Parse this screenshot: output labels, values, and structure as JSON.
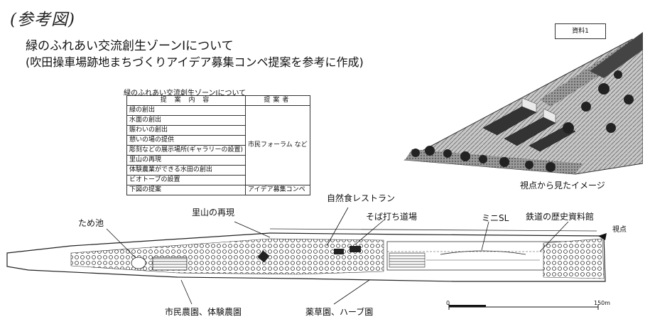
{
  "header": {
    "ref_label": "(参考図)",
    "title": "緑のふれあい交流創生ゾーンⅠについて",
    "subtitle": "(吹田操車場跡地まちづくりアイデア募集コンペ提案を参考に作成)",
    "doc_badge": "資料1"
  },
  "table": {
    "caption": "緑のふれあい交流創生ゾーンⅠについて",
    "col_content": "提 案 内 容",
    "col_proposer": "提案者",
    "rows": [
      "緑の創出",
      "水面の創出",
      "賑わいの創出",
      "憩いの場の提供",
      "彫刻などの展示場所(ギャラリーの設置)",
      "里山の再現",
      "体験農業ができる水田の創出",
      "ビオトープの設置"
    ],
    "merged_proposer": "市民フォーラム など",
    "last_row": "下図の提案",
    "last_proposer": "アイデア募集コンペ"
  },
  "perspective": {
    "caption": "視点から見たイメージ"
  },
  "map": {
    "labels": {
      "pond": "ため池",
      "satoyama": "里山の再現",
      "restaurant": "自然食レストラン",
      "soba": "そば打ち道場",
      "mini_sl": "ミニSL",
      "railway_museum": "鉄道の歴史資料館",
      "viewpoint": "視点",
      "farms": "市民農園、体験農園",
      "herb_garden": "薬草園、ハーブ園"
    },
    "scale": {
      "start": "0",
      "end": "150m"
    }
  }
}
